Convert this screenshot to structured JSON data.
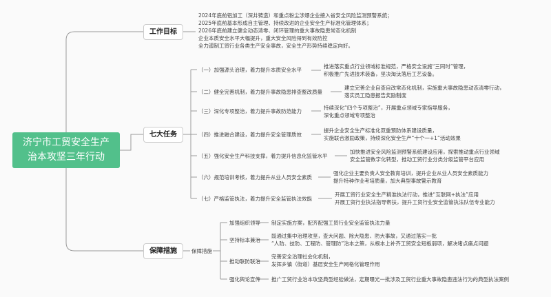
{
  "root": {
    "title_line1": "济宁市工贸安全生产",
    "title_line2": "治本攻坚三年行动"
  },
  "goals": {
    "label": "工作目标",
    "lines": [
      "2024年底前铝加工（深井铸造）和重点粉尘涉爆企业接入省安全风险监测预警系统；",
      "2025年底前基本形成自主管理、持续改进的企业安全生产标准化管理体系；",
      "2026年底前建立健全动态清零、闭环管理的重大事故隐患常态化机制",
      "企业本质安全水平大幅提升，重大安全风险得到有效防控",
      "全力遏制工贸行业各类生产安全事故，安全生产形势持续稳定向好。"
    ]
  },
  "tasks": {
    "label": "七大任务",
    "items": [
      {
        "title": "（一）加强源头治理，着力提升本质安全水平",
        "desc": [
          "推进落实重点行业领域标准规范，严格安全设施“三同时”管理，",
          "积极推广先进技术装备，坚决淘汰落后工艺设备。"
        ]
      },
      {
        "title": "（二）健全完善机制，着力提升事故隐患排查整改质量",
        "desc": [
          "建立完善企业自查自改常态化机制，实施重大事故隐患动态清零行动，",
          "落实员工隐患报告奖励制度"
        ]
      },
      {
        "title": "（三）深化专项整治，着力提升事故防范能力",
        "desc": [
          "持续深化“四个专项整治”，开展重点领域专家指导服务，",
          "深化重点领域专项整治"
        ]
      },
      {
        "title": "（四）推进融合建设，着力提升安全管理质效",
        "desc": [
          "提升企业安全生产标准化双重预防体系建设质量，",
          "实施联合激励政策，持续深化安全生产“十个一+1”活动效果"
        ]
      },
      {
        "title": "（五）强化安全生产科技支撑，着力提升信息化监管水平",
        "desc": [
          "加快推进安全风险监测预警系统建设应用，探索推动重点行业领域",
          "安全监管数字化转型，推动工贸行业分类分级监管平台应用"
        ]
      },
      {
        "title": "（六）规范培训考核，着力提升从业人员安全素质",
        "desc": [
          "强化企业主要负责人安全教育培训，提升企业从业人员安全素质能力",
          "提升特种作业考培质量，加大典型事故警示教育"
        ]
      },
      {
        "title": "（七）严格监管执法，着力提升安全监管执法效能",
        "desc": [
          "开展工贸行业安全生产精准执法行动，推进“互联网+执法”应用",
          "开展工贸行业执法指导帮扶，提升工贸行业安全监管执法队伍专业能力"
        ]
      }
    ]
  },
  "measures": {
    "label": "保障措施",
    "sublabel": "保障措施",
    "items": [
      {
        "title": "加强组织领导",
        "desc": [
          "制定实施方案，配齐配强工贸行业安全监管执法力量"
        ]
      },
      {
        "title": "坚持标本兼治",
        "desc": [
          "既通过集中治理攻坚，查大问题、除大隐患、防大事故，又通过落实一批",
          "“人防、技防、工程防、管理防”治本之策，从根本上补齐工贸安全短板弱项，解决堵点痛点问题"
        ]
      },
      {
        "title": "推动联防联治",
        "desc": [
          "完善安全治理社会化机制，",
          "发挥乡镇（街道）基层安全生产网格化管理作用"
        ]
      },
      {
        "title": "强化舆论宣传",
        "desc": [
          "推广工贸行业治本攻坚典型经验做法，定期曝光一批涉及工贸行业重大事故隐患违法行为的典型执法案例"
        ]
      }
    ]
  }
}
